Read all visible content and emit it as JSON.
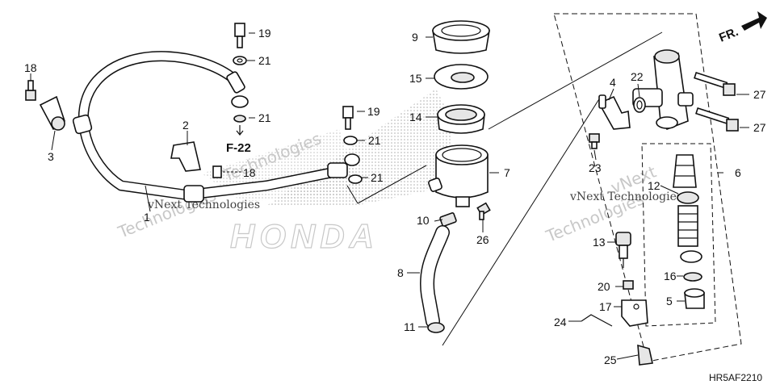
{
  "diagram": {
    "drawing_code": "HR5AF2210",
    "direction_label": "FR.",
    "reference_label": "F-22",
    "brand_watermark": "HONDA",
    "watermark_text_1": "vNext Technologies",
    "watermark_text_2": "vNext Technologies",
    "watermark_big_1": "Technologies",
    "watermark_big_2": "Technologies",
    "watermark_big_3": "vNext",
    "parts": {
      "p1": "1",
      "p2": "2",
      "p3": "3",
      "p4": "4",
      "p5": "5",
      "p6": "6",
      "p7": "7",
      "p8": "8",
      "p9": "9",
      "p10": "10",
      "p11": "11",
      "p12": "12",
      "p13": "13",
      "p14": "14",
      "p15": "15",
      "p16": "16",
      "p17": "17",
      "p18a": "18",
      "p18b": "18",
      "p19a": "19",
      "p19b": "19",
      "p20": "20",
      "p21a": "21",
      "p21b": "21",
      "p21c": "21",
      "p21d": "21",
      "p22": "22",
      "p23": "23",
      "p24": "24",
      "p25": "25",
      "p26": "26",
      "p27a": "27",
      "p27b": "27"
    }
  }
}
